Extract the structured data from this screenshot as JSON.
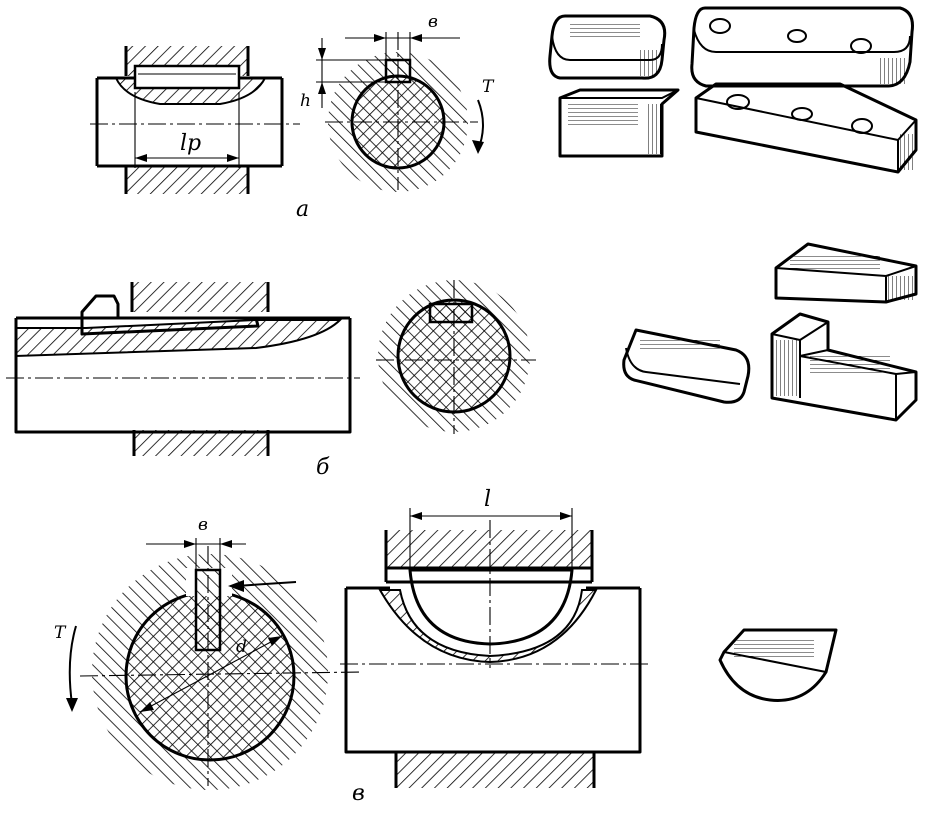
{
  "figure": {
    "panels": [
      {
        "id": "a",
        "caption": "а",
        "dim_length": "lр",
        "dim_width": "в",
        "dim_height": "h",
        "torque": "T"
      },
      {
        "id": "b",
        "caption": "б"
      },
      {
        "id": "v",
        "caption": "в",
        "dim_width": "в",
        "dim_diameter": "d",
        "torque": "T",
        "dim_length": "l"
      }
    ]
  },
  "colors": {
    "ink": "#000000",
    "paper": "#ffffff"
  }
}
